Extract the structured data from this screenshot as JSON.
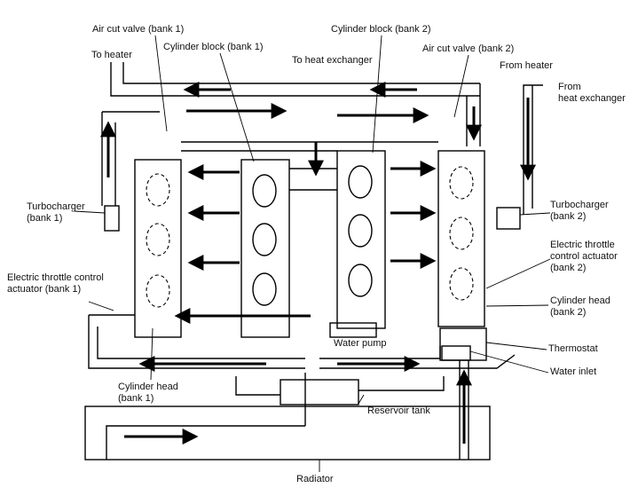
{
  "labels": {
    "air_cut_valve_bank1": "Air cut valve (bank 1)",
    "cylinder_block_bank1": "Cylinder block (bank 1)",
    "cylinder_block_bank2": "Cylinder block (bank 2)",
    "air_cut_valve_bank2": "Air cut valve (bank 2)",
    "to_heater": "To heater",
    "to_heat_exchanger": "To heat exchanger",
    "from_heater": "From heater",
    "from_heat_exchanger": "From\nheat exchanger",
    "turbocharger_bank1": "Turbocharger\n(bank 1)",
    "turbocharger_bank2": "Turbocharger\n(bank 2)",
    "etc_actuator_bank1": "Electric throttle control\nactuator (bank 1)",
    "etc_actuator_bank2": "Electric throttle\ncontrol actuator\n(bank 2)",
    "cylinder_head_bank2": "Cylinder head\n(bank 2)",
    "water_pump": "Water pump",
    "thermostat": "Thermostat",
    "water_inlet": "Water inlet",
    "cylinder_head_bank1": "Cylinder head\n(bank 1)",
    "reservoir_tank": "Reservoir tank",
    "radiator": "Radiator"
  }
}
